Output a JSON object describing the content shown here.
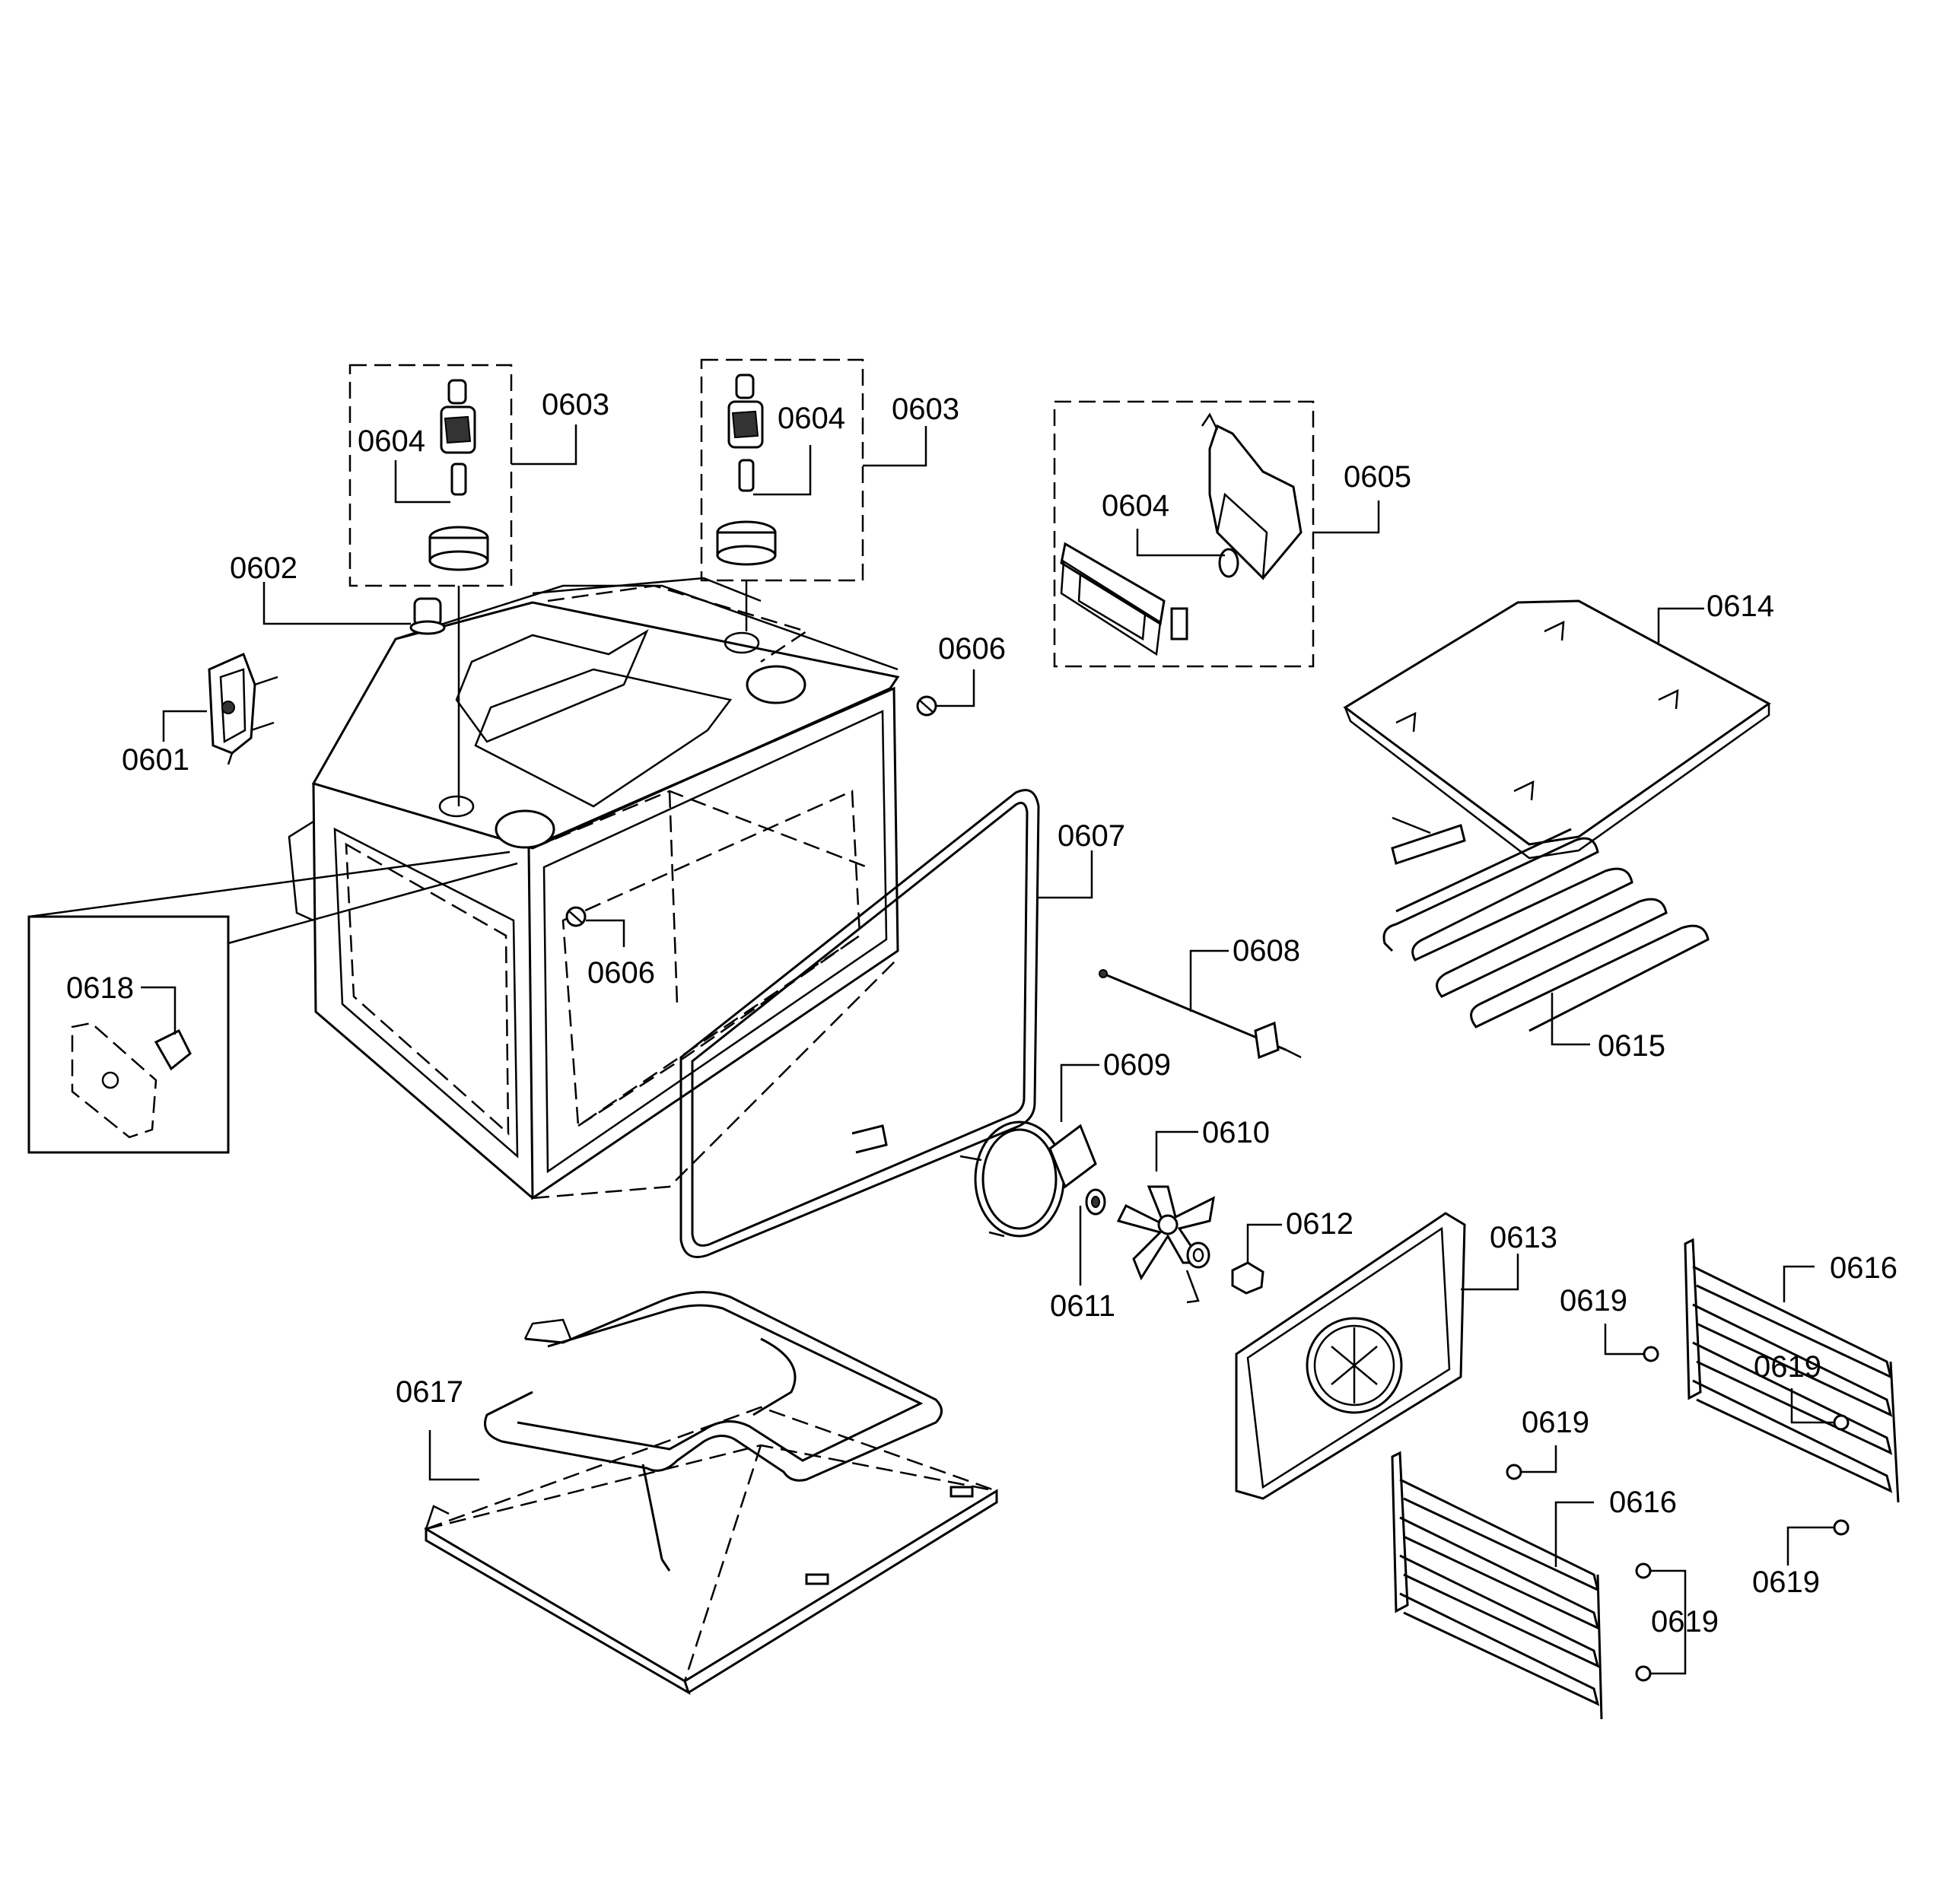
{
  "parts": {
    "p0601": "0601",
    "p0602": "0602",
    "p0603a": "0603",
    "p0603b": "0603",
    "p0604a": "0604",
    "p0604b": "0604",
    "p0604c": "0604",
    "p0605": "0605",
    "p0606a": "0606",
    "p0606b": "0606",
    "p0607": "0607",
    "p0608": "0608",
    "p0609": "0609",
    "p0610": "0610",
    "p0611": "0611",
    "p0612": "0612",
    "p0613": "0613",
    "p0614": "0614",
    "p0615": "0615",
    "p0616a": "0616",
    "p0616b": "0616",
    "p0617": "0617",
    "p0618": "0618",
    "p0619a": "0619",
    "p0619b": "0619",
    "p0619c": "0619",
    "p0619d": "0619",
    "p0619e": "0619"
  }
}
